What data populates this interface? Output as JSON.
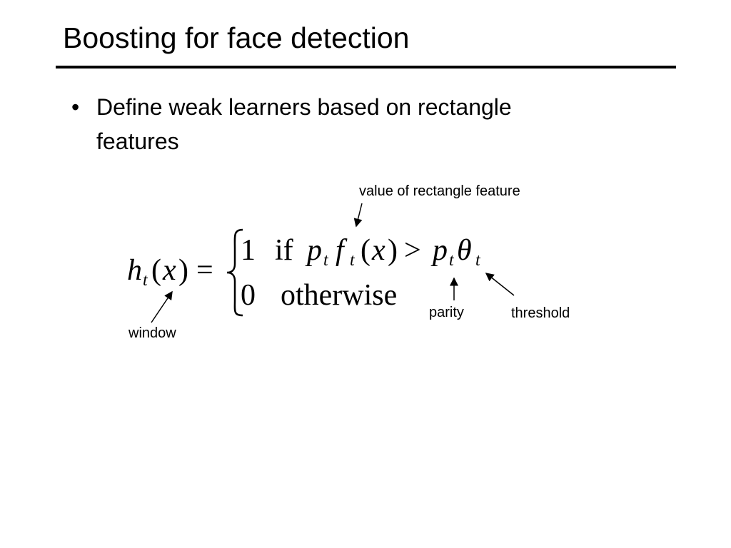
{
  "slide": {
    "title": "Boosting for face detection",
    "bullet_marker": "•",
    "bullet_text_line1": "Define weak learners based on rectangle",
    "bullet_text_line2": "features"
  },
  "equation": {
    "lhs_h": "h",
    "lhs_sub": "t",
    "lhs_open": "(",
    "lhs_x": "x",
    "lhs_close": ")",
    "equals": "=",
    "case1_value": "1",
    "case1_if": "if",
    "p1": "p",
    "p1_sub": "t",
    "f": "f",
    "f_sub": "t",
    "open": "(",
    "x": "x",
    "close": ")",
    "gt": ">",
    "p2": "p",
    "p2_sub": "t",
    "theta": "θ",
    "theta_sub": "t",
    "case2_value": "0",
    "case2_text": "otherwise"
  },
  "annotations": {
    "feature": "value of rectangle feature",
    "parity": "parity",
    "threshold": "threshold",
    "window": "window"
  }
}
